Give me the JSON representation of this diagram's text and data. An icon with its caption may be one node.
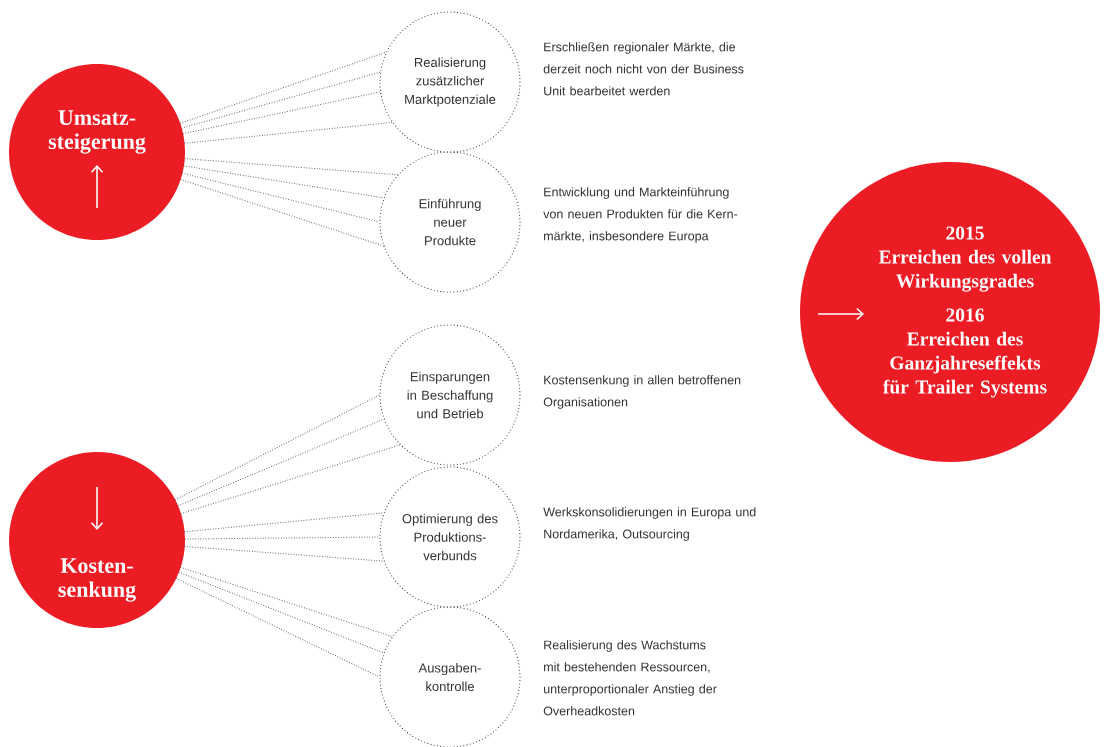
{
  "diagram": {
    "nodes": [
      {
        "text": [
          "Umsatz- steigerung"
        ]
      },
      {
        "text": [
          "Realisierung zusätzlicher Marktpotenziale"
        ],
        "beside": [
          "Erschließen regionaler Märkte, die derzeit noch nicht von der Business Unit bearbeitet werden"
        ]
      },
      {
        "text": [
          "Einführung neuer Produkte"
        ],
        "beside": [
          "Entwicklung und Markteinführung von neuen Produkten für die Kern- märkte, insbesondere Europa"
        ]
      },
      {
        "text": [
          "Kosten- senkung"
        ]
      },
      {
        "text": [
          "Einsparungen in Beschaffung und Betrieb"
        ],
        "beside": [
          "Kostensenkung in allen betroffenen Organisationen"
        ]
      },
      {
        "text": [
          "Optimierung des Produktions- verbunds"
        ],
        "beside": [
          "Werkskonsolidierungen in Europa und Nordamerika, Outsourcing"
        ]
      },
      {
        "text": [
          "Ausgaben- kontrolle"
        ],
        "beside": [
          "Realisierung des Wachstums mit bestehenden Ressourcen, unterproportionaler Anstieg der Overheadkosten"
        ]
      },
      {
        "text": [
          "2015",
          "Erreichen des vollen Wirkungsgrades",
          "2016",
          "Erreichen des Ganzjahreseffekts für Trailer Systems"
        ]
      }
    ],
    "edges": [
      {
        "from": 0,
        "to": 1,
        "arrow": "none"
      },
      {
        "from": 0,
        "to": 2,
        "arrow": "none"
      },
      {
        "from": 3,
        "to": 4,
        "arrow": "none"
      },
      {
        "from": 3,
        "to": 5,
        "arrow": "none"
      },
      {
        "from": 3,
        "to": 6,
        "arrow": "none"
      }
    ]
  }
}
